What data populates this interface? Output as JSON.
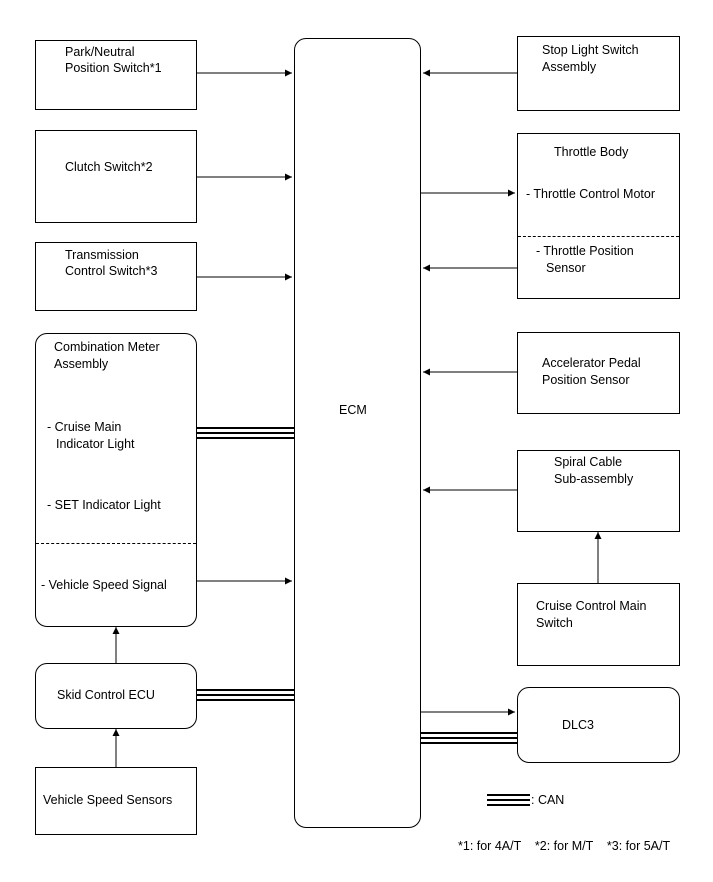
{
  "ecm": "ECM",
  "left": {
    "park_neutral": [
      "Park/Neutral",
      "Position Switch*1"
    ],
    "clutch": "Clutch Switch*2",
    "transmission": [
      "Transmission",
      "Control Switch*3"
    ],
    "combination_meter": {
      "title": [
        "Combination Meter",
        "Assembly"
      ],
      "cruise_main": [
        "- Cruise Main",
        "Indicator Light"
      ],
      "set_indicator": "- SET Indicator Light",
      "vehicle_speed": "- Vehicle Speed Signal"
    },
    "skid_control": "Skid Control ECU",
    "vehicle_speed_sensors": "Vehicle Speed Sensors"
  },
  "right": {
    "stop_light": [
      "Stop Light Switch",
      "Assembly"
    ],
    "throttle_body": {
      "title": "Throttle Body",
      "motor": "- Throttle Control Motor",
      "sensor": [
        "- Throttle Position",
        "Sensor"
      ]
    },
    "accelerator": [
      "Accelerator Pedal",
      "Position Sensor"
    ],
    "spiral_cable": [
      "Spiral Cable",
      "Sub-assembly"
    ],
    "cruise_switch": [
      "Cruise Control Main",
      "Switch"
    ],
    "dlc3": "DLC3"
  },
  "legend": {
    "can": ": CAN"
  },
  "footnotes": "*1: for 4A/T    *2: for M/T    *3: for 5A/T"
}
